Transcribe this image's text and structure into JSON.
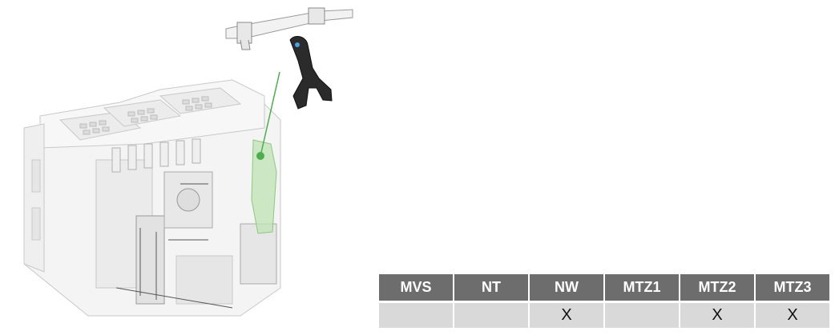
{
  "table": {
    "headers": [
      "MVS",
      "NT",
      "NW",
      "MTZ1",
      "MTZ2",
      "MTZ3"
    ],
    "row": [
      "",
      "",
      "X",
      "",
      "X",
      "X"
    ]
  },
  "colors": {
    "header_bg": "#6d6d6d",
    "cell_bg": "#d9d9d9",
    "accent_green": "#4cae4c",
    "highlight_green": "#bfe3b4"
  },
  "illustration": {
    "highlighted_part": "green highlighted interlock component",
    "icons": [
      "circuit-breaker-icon",
      "connecting-rod-icon",
      "lever-icon"
    ]
  }
}
